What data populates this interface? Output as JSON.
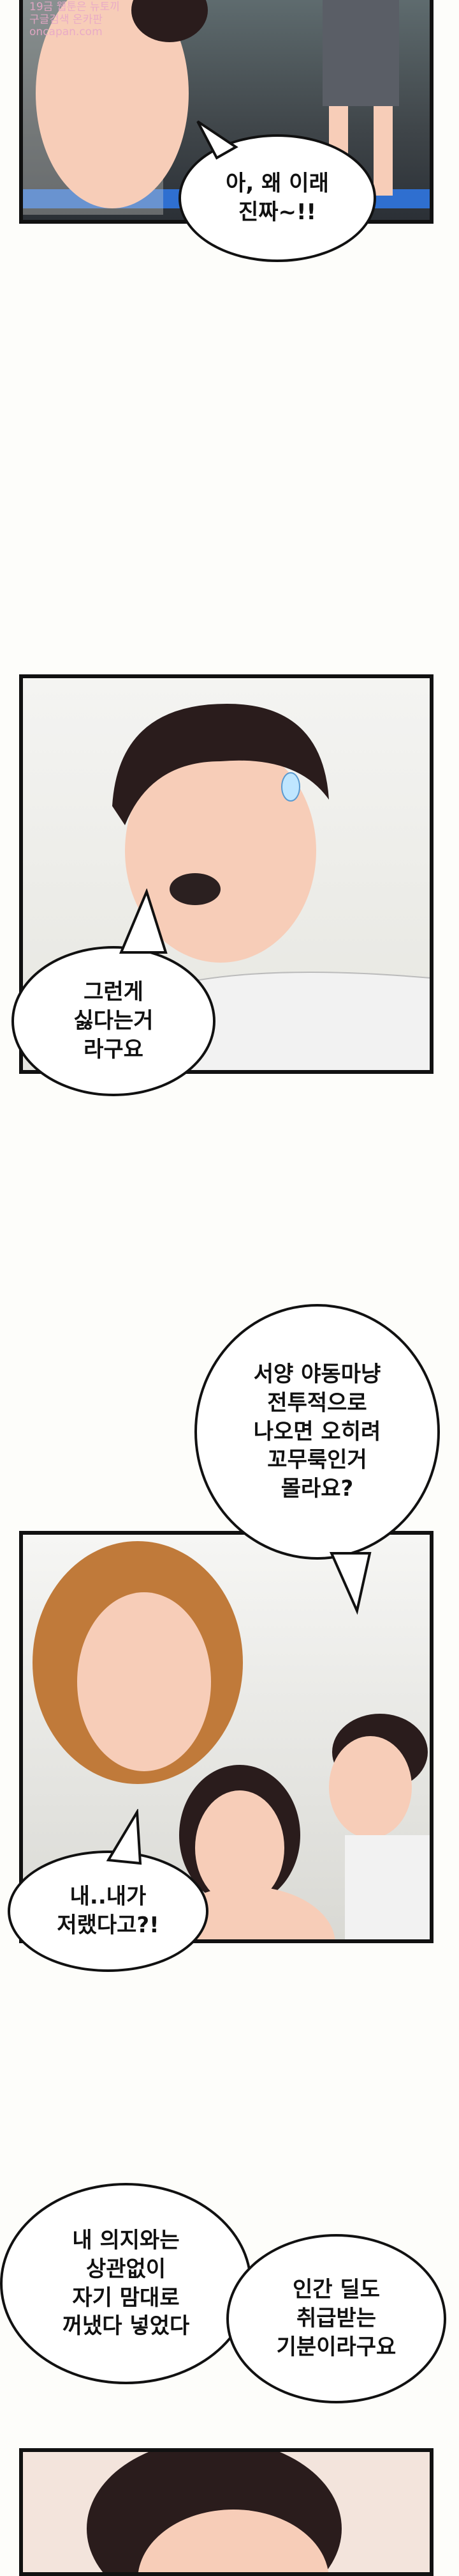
{
  "watermark": {
    "text": "19금 웹툰은 뉴토끼\n구글검색 온카판\noncapan.com"
  },
  "bubbles": {
    "b1": "아, 왜 이래\n진짜~!!",
    "b2": "그런게\n싫다는거\n라구요",
    "b3": "서양 야동마냥\n전투적으로\n나오면 오히려\n꼬무룩인거\n몰라요?",
    "b4": "내..내가\n저랬다고?!",
    "b5": "내 의지와는\n상관없이\n자기 맘대로\n꺼냈다 넣었다",
    "b6": "인간 딜도\n취급받는\n기분이라구요"
  },
  "colors": {
    "skin": "#f7cdb8",
    "hair_dark": "#2a1c1c",
    "hair_blonde": "#c07a3a",
    "floor_blue": "#2f6fd0",
    "shirt": "#f2f2f2"
  }
}
